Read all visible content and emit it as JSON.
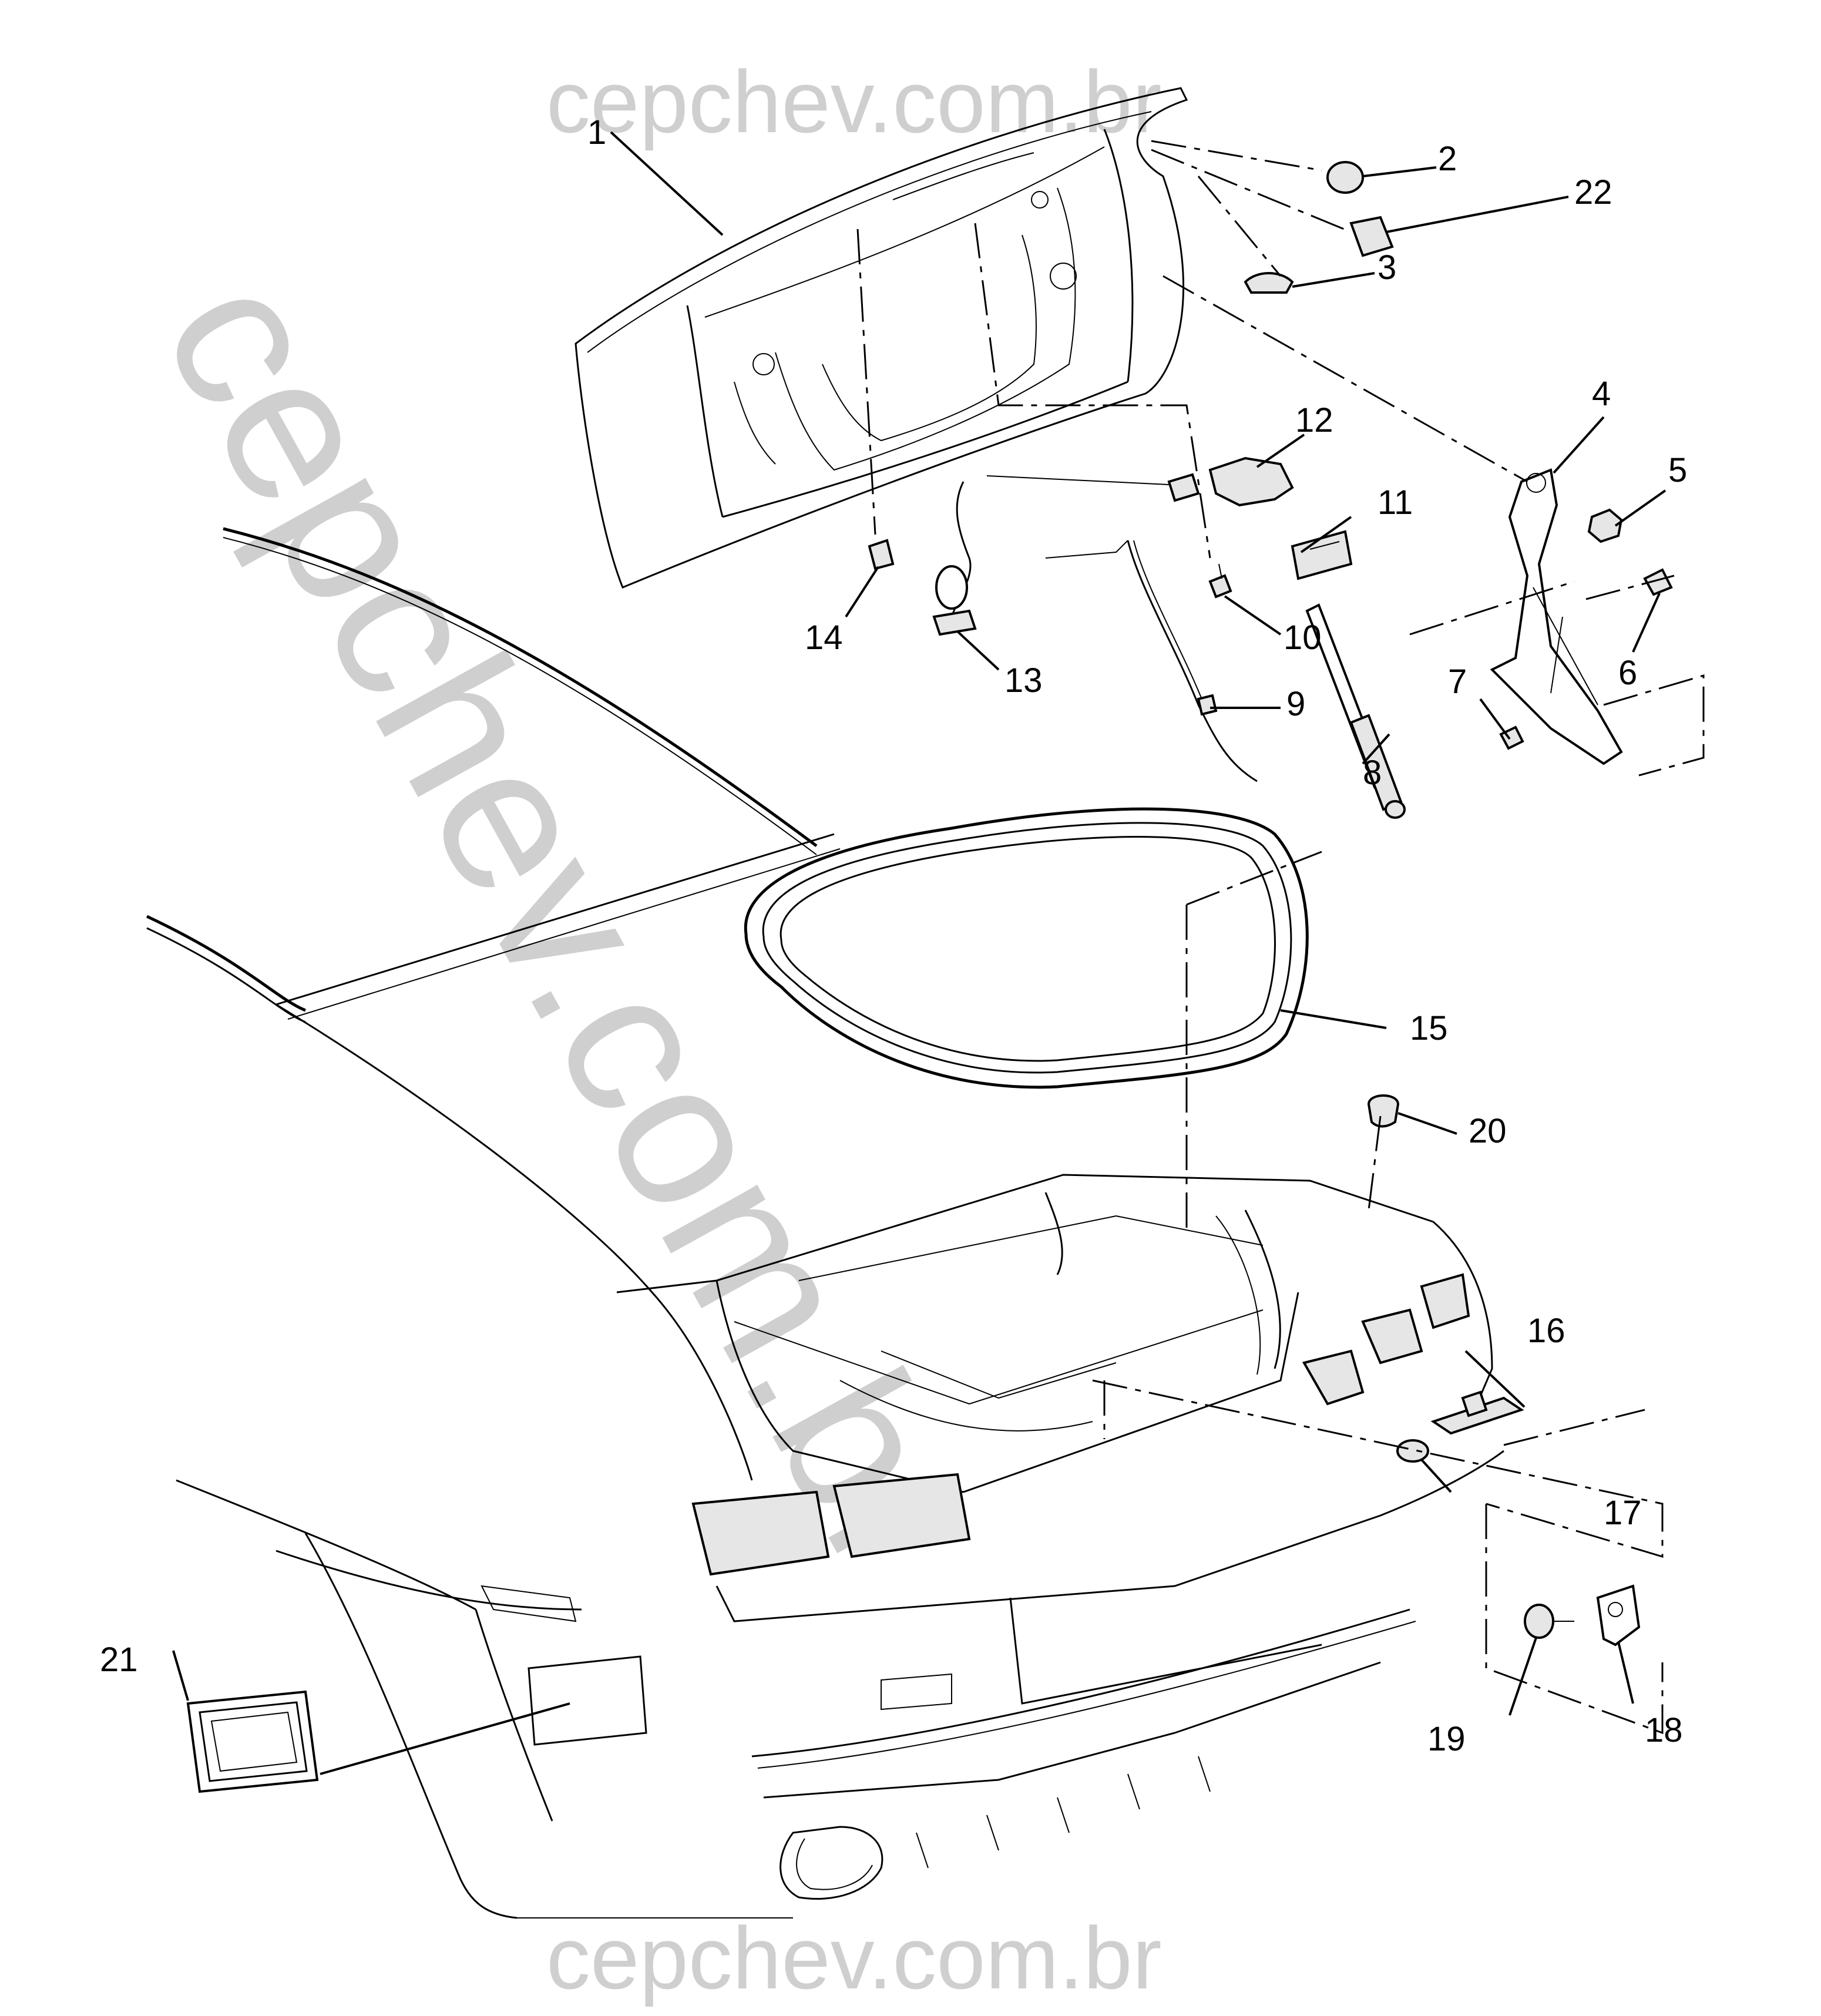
{
  "watermark": {
    "top": "cepchev.com.br",
    "diagonal": "cepchev.com.br",
    "bottom": "cepchev.com.br"
  },
  "callouts": {
    "c1": "1",
    "c2": "2",
    "c3": "3",
    "c4": "4",
    "c5": "5",
    "c6": "6",
    "c7": "7",
    "c8": "8",
    "c9": "9",
    "c10": "10",
    "c11": "11",
    "c12": "12",
    "c13": "13",
    "c14": "14",
    "c15": "15",
    "c16": "16",
    "c17": "17",
    "c18": "18",
    "c19": "19",
    "c20": "20",
    "c21": "21",
    "c22": "22"
  },
  "colors": {
    "watermark": "#cfcfcf",
    "line": "#000000",
    "background": "#ffffff"
  }
}
